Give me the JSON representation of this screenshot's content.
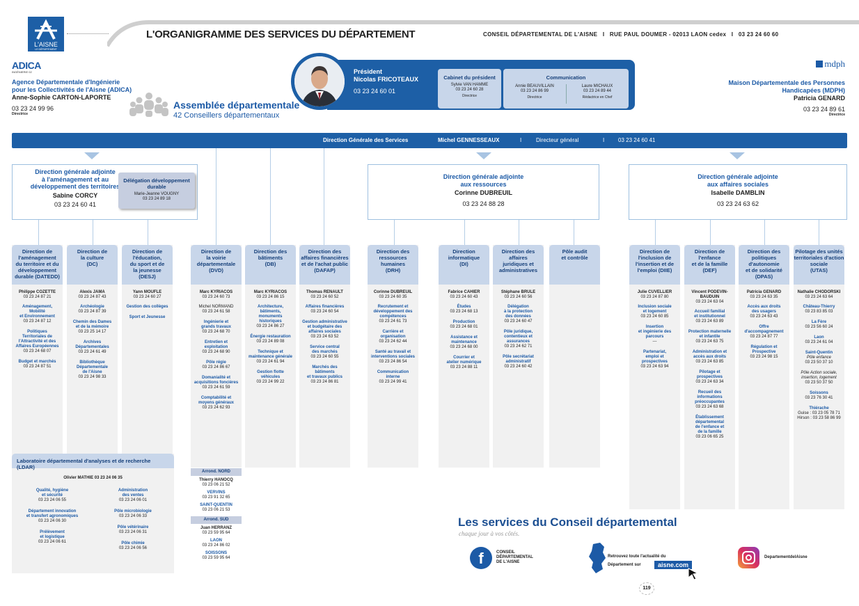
{
  "header": {
    "logo_text": "L'AISNE",
    "logo_sub": "LE DÉPARTEMENT",
    "title": "L'ORGANIGRAMME DES SERVICES DU DÉPARTEMENT",
    "contact": "CONSEIL DÉPARTEMENTAL DE L'AISNE   I   RUE PAUL DOUMER - 02013 LAON cedex   I   03 23 24 60 60"
  },
  "adica": {
    "logo": "ADICA",
    "logo_sub": "INGÉNIERIE 02",
    "name1": "Agence Départementale d'Ingénierie",
    "name2": "pour les Collectivités de l'Aisne (ADICA)",
    "person": "Anne-Sophie CARTON-LAPORTE",
    "phone": "03 23 24 99 96",
    "role": "Directrice"
  },
  "assemblee": {
    "title": "Assemblée départementale",
    "subtitle": "42 Conseillers départementaux"
  },
  "president": {
    "label1": "Président",
    "label2": "Nicolas FRICOTEAUX",
    "phone": "03 23 24 60 01"
  },
  "cabinet": {
    "title": "Cabinet du président",
    "person": "Sylvie VAN HAMME",
    "phone": "03 23 24 60 28",
    "role": "Directrice"
  },
  "communication": {
    "title": "Communication",
    "p1": "Annie BEAUVILLAIN",
    "ph1": "03 23 24 86 99",
    "r1": "Directrice",
    "p2": "Laure MICHAUX",
    "ph2": "03 23 24 89 44",
    "r2": "Rédactrice en Chef"
  },
  "mdph": {
    "logo": "mdph",
    "name1": "Maison Départementale des Personnes",
    "name2": "Handicapées (MDPH)",
    "person": "Patricia GENARD",
    "phone": "03 23 24 89 61",
    "role": "Directrice"
  },
  "dgs": {
    "a": "Direction Générale des Services",
    "b": "Michel GENNESSEAUX",
    "sep": "I",
    "c": "Directeur général",
    "d": "03 23 24 60 41"
  },
  "dga1": {
    "t1": "Direction générale adjointe",
    "t2": "à l'aménagement et au",
    "t3": "développement des territoires",
    "person": "Sabine CORCY",
    "phone": "03 23 24 60 41"
  },
  "deleg": {
    "t1": "Délégation développement",
    "t2": "durable",
    "person": "Marie-Jeanne VOUGNY",
    "phone": "03 23 24 89 18"
  },
  "dga2": {
    "t1": "Direction générale adjointe",
    "t2": "aux ressources",
    "person": "Corinne DUBREUIL",
    "phone": "03 23 24 88 28"
  },
  "dga3": {
    "t1": "Direction générale adjointe",
    "t2": "aux affaires sociales",
    "person": "Isabelle DAMBLIN",
    "phone": "03 23 24 63 62"
  },
  "dirs": [
    {
      "h": [
        "Direction de",
        "l'aménagement",
        "du territoire et du",
        "développement",
        "durable (DATEDD)"
      ],
      "person": "Philippe COZETTE",
      "phone": "03 23 24 87 21",
      "subs": [
        {
          "t": [
            "Aménagement,",
            "Mobilité",
            "et Environnement"
          ],
          "p": "03 23 24 87 12"
        },
        {
          "t": [
            "Politiques",
            "Territoriales de",
            "l'Attractivité et des",
            "Affaires Européennes"
          ],
          "p": "03 23 24 68 07"
        },
        {
          "t": [
            "Budget et marchés"
          ],
          "p": "03 23 24 87 51"
        }
      ]
    },
    {
      "h": [
        "Direction de",
        "la culture",
        "(DC)"
      ],
      "person": "Alexis JAMA",
      "phone": "03 23 24 87 43",
      "subs": [
        {
          "t": [
            "Archéologie"
          ],
          "p": "03 23 24 87 39"
        },
        {
          "t": [
            "Chemin des Dames",
            "et de la mémoire"
          ],
          "p": "03 23 25 14 17"
        },
        {
          "t": [
            "Archives",
            "Départementales"
          ],
          "p": "03 23 24 61 49"
        },
        {
          "t": [
            "Bibliothèque",
            "Départementale",
            "de l'Aisne"
          ],
          "p": "03 23 24 98 33"
        }
      ]
    },
    {
      "h": [
        "Direction de",
        "l'éducation,",
        "du sport et de",
        "la jeunesse",
        "(DESJ)"
      ],
      "person": "Yann MOUFLE",
      "phone": "03 23 24 60 27",
      "subs": [
        {
          "t": [
            "Gestion des collèges"
          ],
          "p": ""
        },
        {
          "t": [
            "Sport et Jeunesse"
          ],
          "p": ""
        }
      ]
    },
    {
      "h": [
        "Direction de",
        "la voirie",
        "départementale",
        "(DVD)"
      ],
      "person": "Marc KYRIACOS",
      "phone": "03 23 24 60 73",
      "subs": [
        {
          "t": [],
          "p": "",
          "person": "Michel NORMAND",
          "pp": "03 23 24 61 58"
        },
        {
          "t": [
            "Ingénierie et",
            "grands travaux"
          ],
          "p": "03 23 24 68 70"
        },
        {
          "t": [
            "Entretien et",
            "exploitation"
          ],
          "p": "03 23 24 68 90"
        },
        {
          "t": [
            "Pôle régie"
          ],
          "p": "03 23 24 86 67"
        },
        {
          "t": [
            "Domanialité et",
            "acquisitions foncières"
          ],
          "p": "03 23 24 61 59"
        },
        {
          "t": [
            "Comptabilité et",
            "moyens généraux"
          ],
          "p": "03 23 24 62 93"
        }
      ]
    },
    {
      "h": [
        "Direction des",
        "bâtiments",
        "(DB)"
      ],
      "person": "Marc KYRIACOS",
      "phone": "03 23 24 86 15",
      "subs": [
        {
          "t": [
            "Architecture,",
            "bâtiments,",
            "monuments",
            "historiques"
          ],
          "p": "03 23 24 86 27"
        },
        {
          "t": [
            "Énergie restauration"
          ],
          "p": "03 23 24 89 08"
        },
        {
          "t": [
            "Technique et",
            "maintenance générale"
          ],
          "p": "03 23 24 61 94"
        },
        {
          "t": [
            "Gestion flotte",
            "véhicules"
          ],
          "p": "03 23 24 99 22"
        }
      ]
    },
    {
      "h": [
        "Direction des",
        "affaires financières",
        "et de l'achat public",
        "(DAFAP)"
      ],
      "person": "Thomas RENAULT",
      "phone": "03 23 24 60 52",
      "subs": [
        {
          "t": [
            "Affaires financières"
          ],
          "p": "03 23 24 60 54"
        },
        {
          "t": [
            "Gestion administrative",
            "et budgétaire des",
            "affaires sociales"
          ],
          "p": "03 23 24 63 52"
        },
        {
          "t": [
            "Service central",
            "des marchés"
          ],
          "p": "03 23 24 60 55"
        },
        {
          "t": [
            "Marchés des",
            "bâtiments",
            "et travaux publics"
          ],
          "p": "03 23 24 86 81"
        }
      ]
    },
    {
      "h": [
        "Direction des",
        "ressources",
        "humaines",
        "(DRH)"
      ],
      "person": "Corinne DUBREUIL",
      "phone": "03 23 24 60 35",
      "subs": [
        {
          "t": [
            "Recrutement et",
            "développement des",
            "compétences"
          ],
          "p": "03 23 24 61 73"
        },
        {
          "t": [
            "Carrière et",
            "organisation"
          ],
          "p": "03 23 24 62 44"
        },
        {
          "t": [
            "Santé au travail et",
            "interventions sociales"
          ],
          "p": "03 23 24 86 54"
        },
        {
          "t": [
            "Communication",
            "interne"
          ],
          "p": "03 23 24 99 41"
        }
      ]
    },
    {
      "h": [
        "Direction",
        "informatique",
        "(DI)"
      ],
      "person": "Fabrice CAHIER",
      "phone": "03 23 24 60 43",
      "subs": [
        {
          "t": [
            "Études"
          ],
          "p": "03 23 24 68 13"
        },
        {
          "t": [
            "Production"
          ],
          "p": "03 23 24 68 01"
        },
        {
          "t": [
            "Assistance et",
            "maintenance"
          ],
          "p": "03 23 24 68 00"
        },
        {
          "t": [
            "Courrier et",
            "atelier numérique"
          ],
          "p": "03 23 24 88 11"
        }
      ]
    },
    {
      "h": [
        "Direction des",
        "affaires",
        "juridiques et",
        "administratives"
      ],
      "person": "Stéphane BRULE",
      "phone": "03 23 24 60 56",
      "subs": [
        {
          "t": [
            "Délégation",
            "à la protection",
            "des données"
          ],
          "p": "03 23 24 60 47"
        },
        {
          "t": [
            "Pôle juridique,",
            "contentieux et",
            "assurances"
          ],
          "p": "03 23 24 62 71"
        },
        {
          "t": [
            "Pôle secrétariat",
            "administratif"
          ],
          "p": "03 23 24 60 42"
        }
      ]
    },
    {
      "h": [
        "Pôle audit",
        "et contrôle"
      ],
      "person": "",
      "phone": "",
      "subs": []
    },
    {
      "h": [
        "Direction de",
        "l'inclusion de",
        "l'insertion et de",
        "l'emploi (DIIE)"
      ],
      "person": "Julie CUVELLIER",
      "phone": "03 23 24 87 80",
      "subs": [
        {
          "t": [
            "Inclusion sociale",
            "et logement"
          ],
          "p": "03 23 24 60 85"
        },
        {
          "t": [
            "Insertion",
            "et ingénierie des",
            "parcours"
          ],
          "p": "---"
        },
        {
          "t": [
            "Partenariat,",
            "emploi et",
            "prospectives"
          ],
          "p": "03 23 24 63 94"
        }
      ]
    },
    {
      "h": [
        "Direction  de",
        "l'enfance",
        "et de la famille",
        "(DEF)"
      ],
      "person": "Vincent PODEVIN-",
      "person2": "BAUDUIN",
      "phone": "03 23 24 63 04",
      "subs": [
        {
          "t": [
            "Accueil familial",
            "et institutionnel"
          ],
          "p": "03 23 24 63 89"
        },
        {
          "t": [
            "Protection maternelle",
            "et infantile"
          ],
          "p": "03 23 24 63 75"
        },
        {
          "t": [
            "Administration et",
            "accès aux droits"
          ],
          "p": "03 23 24 63 85"
        },
        {
          "t": [
            "Pilotage et",
            "prospectives"
          ],
          "p": "03 23 24 63 34"
        },
        {
          "t": [
            "Recueil des",
            "informations",
            "préoccupantes"
          ],
          "p": "03 23 24 63 68"
        },
        {
          "t": [
            "Établissement",
            "départemental",
            "de l'enfance et",
            "de la famille"
          ],
          "p": "03 23 06 65 25"
        }
      ]
    },
    {
      "h": [
        "Direction des",
        "politiques",
        "d'autonomie",
        "et de solidarité",
        "(DPAS)"
      ],
      "person": "Patricia GENARD",
      "phone": "03 23 24 63 35",
      "subs": [
        {
          "t": [
            "Accès aux droits",
            "des usagers"
          ],
          "p": "03 23 24 63 43"
        },
        {
          "t": [
            "Offre",
            "d'accompagnement"
          ],
          "p": "03 23 24 87 77"
        },
        {
          "t": [
            "Régulation et",
            "Prospective"
          ],
          "p": "03 23 24 98 15"
        }
      ]
    },
    {
      "h": [
        "Pilotage des unités",
        "territoriales d'action",
        "sociale",
        "(UTAS)"
      ],
      "person": "Nathalie CHODORSKI",
      "phone": "03 23 24 63 64",
      "subs": [
        {
          "t": [
            "Château-Thierry"
          ],
          "p": "03 23 83 85 03"
        },
        {
          "t": [
            "La Fère"
          ],
          "p": "03 23 56 60 24"
        },
        {
          "t": [
            "Laon"
          ],
          "p": "03 23 24 61 04"
        },
        {
          "t": [
            "Saint-Quentin"
          ],
          "p": "",
          "it": [
            "Pôle enfance"
          ],
          "pp": "03 23 50 37 10"
        },
        {
          "t": [],
          "p": "",
          "it": [
            "Pôle Action sociale,",
            "insertion, logement"
          ],
          "pp": "03 23 50 37 50"
        },
        {
          "t": [
            "Soissons"
          ],
          "p": "03 23 76 30 41"
        },
        {
          "t": [
            "Thiérache"
          ],
          "p": "",
          "plain": [
            "Guise : 03 23 05 78 71",
            "Hirson : 03 23 58 86 99"
          ]
        }
      ]
    }
  ],
  "dvd_extra": {
    "nord": "Arrond. NORD",
    "nord_person": "Thierry HANOCQ",
    "nord_phone": "03 23 06 21 52",
    "vervins": "VERVINS",
    "vervins_phone": "03 23 91 32 65",
    "stq": "SAINT-QUENTIN",
    "stq_phone": "03 23 06 21 53",
    "sud": "Arrond. SUD",
    "sud_person": "Juan HERRANZ",
    "sud_phone": "03 23 59 95 64",
    "laon": "LAON",
    "laon_phone": "03 23 24 86 02",
    "soissons": "SOISSONS",
    "soissons_phone": "03 23 59 95 64"
  },
  "ldar": {
    "title": "Laboratoire départemental d'analyses et de recherche (LDAR)",
    "person": "Olivier MATHIE 03 23 24 06 35",
    "left": [
      {
        "t": [
          "Qualité, hygiène",
          "et sécurité"
        ],
        "p": "03 23 24 06 55"
      },
      {
        "t": [
          "Département innovation",
          "et transfert agronomiques"
        ],
        "p": "03 23 24 06 30"
      },
      {
        "t": [
          "Prélèvement",
          "et logistique"
        ],
        "p": "03 23 24 06 61"
      }
    ],
    "right": [
      {
        "t": [
          "Administration",
          "des ventes"
        ],
        "p": "03 23 24 06 01"
      },
      {
        "t": [
          "Pôle microbiologie"
        ],
        "p": "03 23 24 06 33"
      },
      {
        "t": [
          "Pôle vétérinaire"
        ],
        "p": "03 23 24 06 31"
      },
      {
        "t": [
          "Pôle chimie"
        ],
        "p": "03 23 24 06 56"
      }
    ]
  },
  "services": {
    "title": "Les services du Conseil départemental",
    "tagline": "chaque jour à vos côtés.",
    "fb1": "CONSEIL",
    "fb2": "DÉPARTEMENTAL",
    "fb3": "DE L'AISNE",
    "web1": "Retrouvez toute l'actualité du",
    "web2": "Département sur",
    "web_link": "aisne.com",
    "insta": "DepartementdelAisne"
  },
  "page_number": "119",
  "colors": {
    "primary": "#1d5fa6",
    "light": "#c8d6ea",
    "navy": "#16407a"
  }
}
